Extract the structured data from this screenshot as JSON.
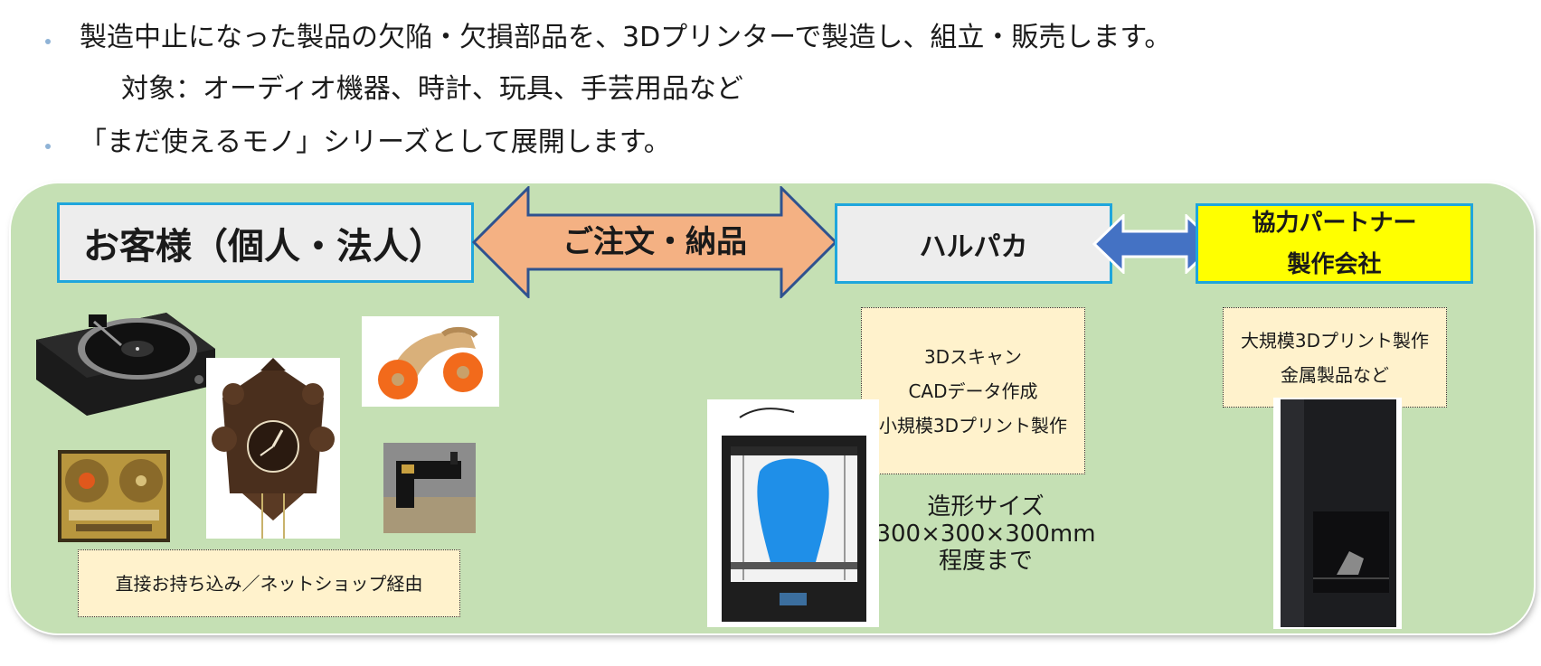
{
  "bullets": [
    {
      "text": "製造中止になった製品の欠陥・欠損部品を、3Dプリンターで製造し、組立・販売します。"
    },
    {
      "text": "対象：オーディオ機器、時計、玩具、手芸用品など"
    },
    {
      "text": "「まだ使えるモノ」シリーズとして展開します。"
    }
  ],
  "flow": {
    "customer": "お客様（個人・法人）",
    "order_arrow": "ご注文・納品",
    "harupaka": "ハルパカ",
    "partner_line1": "協力パートナー",
    "partner_line2": "製作会社"
  },
  "notes": {
    "services": [
      "3Dスキャン",
      "CADデータ作成",
      "小規模3Dプリント製作"
    ],
    "partner": [
      "大規模3Dプリント製作",
      "金属製品など"
    ],
    "channel": "直接お持ち込み／ネットショップ経由"
  },
  "build_size": {
    "line1": "造形サイズ",
    "line2": "300×300×300mm",
    "line3": "程度まで"
  },
  "colors": {
    "panel": "#c5e0b4",
    "box_border": "#1fa6dc",
    "box_fill": "#ededed",
    "partner_fill": "#ffff00",
    "order_arrow_fill": "#f4b183",
    "order_arrow_stroke": "#2f528f",
    "link_arrow_fill": "#4472c4",
    "note_fill": "#fff2cc"
  },
  "images": [
    {
      "name": "turntable-photo",
      "icon": "turntable"
    },
    {
      "name": "cuckoo-clock-photo",
      "icon": "cuckoo-clock"
    },
    {
      "name": "balance-bike-toy-photo",
      "icon": "wooden-toy"
    },
    {
      "name": "reel-to-reel-recorder-photo",
      "icon": "tape-recorder"
    },
    {
      "name": "sewing-machine-photo",
      "icon": "sewing-machine"
    },
    {
      "name": "small-3d-printer-photo",
      "icon": "3d-printer"
    },
    {
      "name": "large-3d-printer-photo",
      "icon": "industrial-3d-printer"
    }
  ]
}
